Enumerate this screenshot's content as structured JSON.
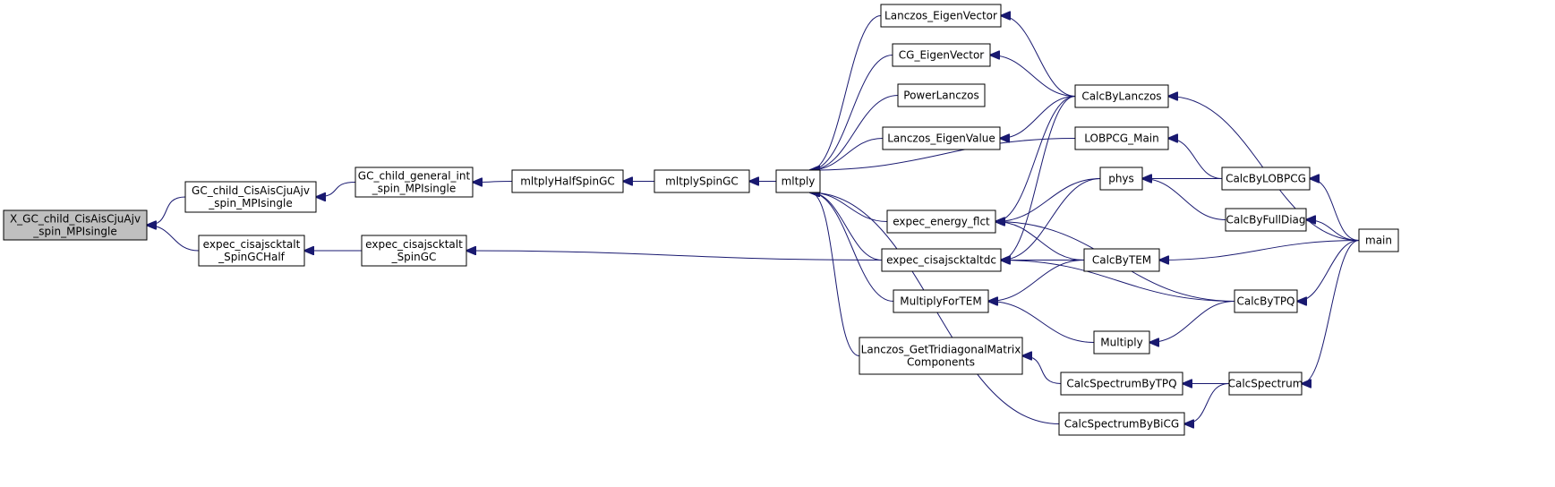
{
  "graph": {
    "nodes": {
      "root": {
        "lines": [
          "X_GC_child_CisAisCjuAjv",
          "_spin_MPIsingle"
        ]
      },
      "gc_cis": {
        "lines": [
          "GC_child_CisAisCjuAjv",
          "_spin_MPIsingle"
        ]
      },
      "expec_half": {
        "lines": [
          "expec_cisajscktalt",
          "_SpinGCHalf"
        ]
      },
      "gc_general": {
        "lines": [
          "GC_child_general_int",
          "_spin_MPIsingle"
        ]
      },
      "expec_gc": {
        "lines": [
          "expec_cisajscktalt",
          "_SpinGC"
        ]
      },
      "mltplyHalf": {
        "lines": [
          "mltplyHalfSpinGC"
        ]
      },
      "mltplySpin": {
        "lines": [
          "mltplySpinGC"
        ]
      },
      "mltply": {
        "lines": [
          "mltply"
        ]
      },
      "lanczos_evec": {
        "lines": [
          "Lanczos_EigenVector"
        ]
      },
      "cg_evec": {
        "lines": [
          "CG_EigenVector"
        ]
      },
      "powerlanczos": {
        "lines": [
          "PowerLanczos"
        ]
      },
      "lanczos_eval": {
        "lines": [
          "Lanczos_EigenValue"
        ]
      },
      "expec_energy": {
        "lines": [
          "expec_energy_flct"
        ]
      },
      "expec_tdc": {
        "lines": [
          "expec_cisajscktaltdc"
        ]
      },
      "multfortem": {
        "lines": [
          "MultiplyForTEM"
        ]
      },
      "lanczos_tri": {
        "lines": [
          "Lanczos_GetTridiagonalMatrix",
          "Components"
        ]
      },
      "calcbylanczos": {
        "lines": [
          "CalcByLanczos"
        ]
      },
      "lobpcg_main": {
        "lines": [
          "LOBPCG_Main"
        ]
      },
      "phys": {
        "lines": [
          "phys"
        ]
      },
      "calcbytem": {
        "lines": [
          "CalcByTEM"
        ]
      },
      "multiply": {
        "lines": [
          "Multiply"
        ]
      },
      "calcspecTPQ": {
        "lines": [
          "CalcSpectrumByTPQ"
        ]
      },
      "calcspecBiCG": {
        "lines": [
          "CalcSpectrumByBiCG"
        ]
      },
      "calcbylobpcg": {
        "lines": [
          "CalcByLOBPCG"
        ]
      },
      "calcbyfulldiag": {
        "lines": [
          "CalcByFullDiag"
        ]
      },
      "calcbytpq": {
        "lines": [
          "CalcByTPQ"
        ]
      },
      "calcspectrum": {
        "lines": [
          "CalcSpectrum"
        ]
      },
      "main": {
        "lines": [
          "main"
        ]
      }
    },
    "edges": [
      {
        "from": "gc_cis",
        "to": "root"
      },
      {
        "from": "expec_half",
        "to": "root"
      },
      {
        "from": "gc_general",
        "to": "gc_cis"
      },
      {
        "from": "expec_gc",
        "to": "expec_half"
      },
      {
        "from": "mltplyHalf",
        "to": "gc_general"
      },
      {
        "from": "mltplySpin",
        "to": "mltplyHalf"
      },
      {
        "from": "mltply",
        "to": "mltplySpin"
      },
      {
        "from": "expec_tdc",
        "to": "expec_gc"
      },
      {
        "from": "lanczos_evec",
        "to": "mltply"
      },
      {
        "from": "cg_evec",
        "to": "mltply"
      },
      {
        "from": "powerlanczos",
        "to": "mltply"
      },
      {
        "from": "lanczos_eval",
        "to": "mltply"
      },
      {
        "from": "lobpcg_main",
        "to": "mltply"
      },
      {
        "from": "expec_energy",
        "to": "mltply"
      },
      {
        "from": "expec_tdc",
        "to": "mltply"
      },
      {
        "from": "multfortem",
        "to": "mltply"
      },
      {
        "from": "lanczos_tri",
        "to": "mltply"
      },
      {
        "from": "calcspecBiCG",
        "to": "mltply"
      },
      {
        "from": "calcbylanczos",
        "to": "lanczos_evec"
      },
      {
        "from": "calcbylanczos",
        "to": "cg_evec"
      },
      {
        "from": "calcbylanczos",
        "to": "lanczos_eval"
      },
      {
        "from": "calcbylanczos",
        "to": "expec_energy"
      },
      {
        "from": "calcbylanczos",
        "to": "expec_tdc"
      },
      {
        "from": "phys",
        "to": "expec_energy"
      },
      {
        "from": "phys",
        "to": "expec_tdc"
      },
      {
        "from": "calcbytem",
        "to": "expec_energy"
      },
      {
        "from": "calcbytem",
        "to": "expec_tdc"
      },
      {
        "from": "calcbytpq",
        "to": "expec_energy"
      },
      {
        "from": "calcbytpq",
        "to": "expec_tdc"
      },
      {
        "from": "calcbytem",
        "to": "multfortem"
      },
      {
        "from": "multiply",
        "to": "multfortem"
      },
      {
        "from": "calcspecTPQ",
        "to": "lanczos_tri"
      },
      {
        "from": "calcbylobpcg",
        "to": "lobpcg_main"
      },
      {
        "from": "calcbylobpcg",
        "to": "phys"
      },
      {
        "from": "calcbyfulldiag",
        "to": "phys"
      },
      {
        "from": "calcbytpq",
        "to": "multiply"
      },
      {
        "from": "calcspectrum",
        "to": "calcspecTPQ"
      },
      {
        "from": "calcspectrum",
        "to": "calcspecBiCG"
      },
      {
        "from": "main",
        "to": "calcbylanczos"
      },
      {
        "from": "main",
        "to": "calcbylobpcg"
      },
      {
        "from": "main",
        "to": "calcbyfulldiag"
      },
      {
        "from": "main",
        "to": "calcbytem"
      },
      {
        "from": "main",
        "to": "calcbytpq"
      },
      {
        "from": "main",
        "to": "calcspectrum"
      }
    ]
  }
}
